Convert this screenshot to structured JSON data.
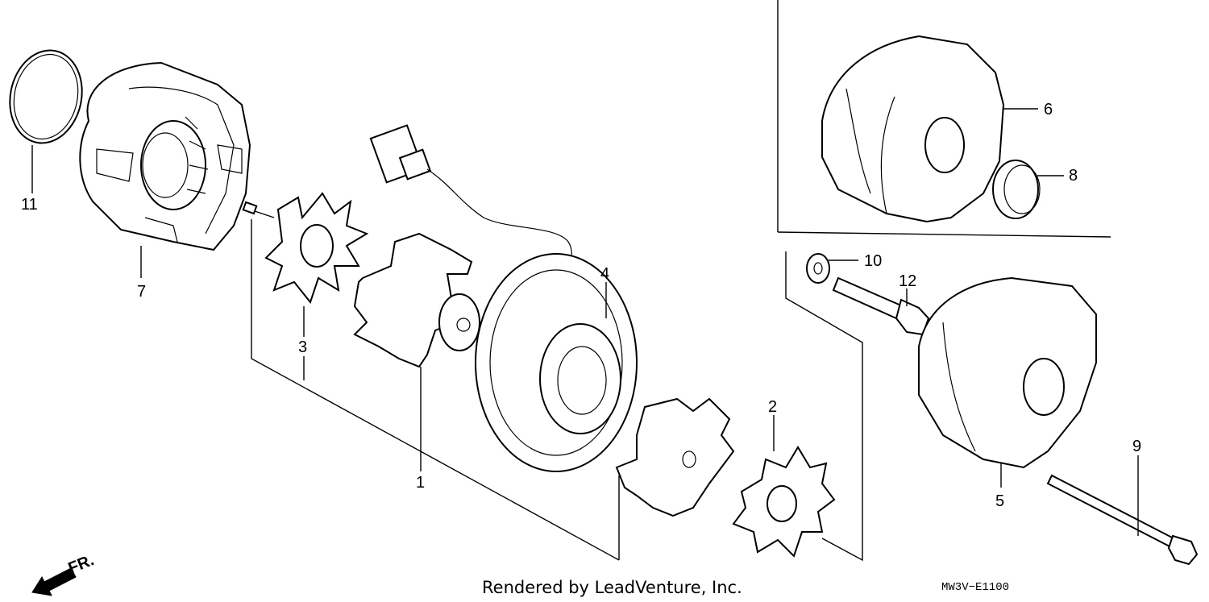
{
  "callouts": {
    "c1": "1",
    "c2": "2",
    "c3": "3",
    "c4": "4",
    "c5": "5",
    "c6": "6",
    "c7": "7",
    "c8": "8",
    "c9": "9",
    "c10": "10",
    "c11": "11",
    "c12": "12"
  },
  "footer": {
    "credit": "Rendered by LeadVenture, Inc.",
    "diagram_code": "MW3V−E1100",
    "front_marker": "FR."
  },
  "icons": {
    "front_arrow": "front-direction-arrow-icon"
  }
}
